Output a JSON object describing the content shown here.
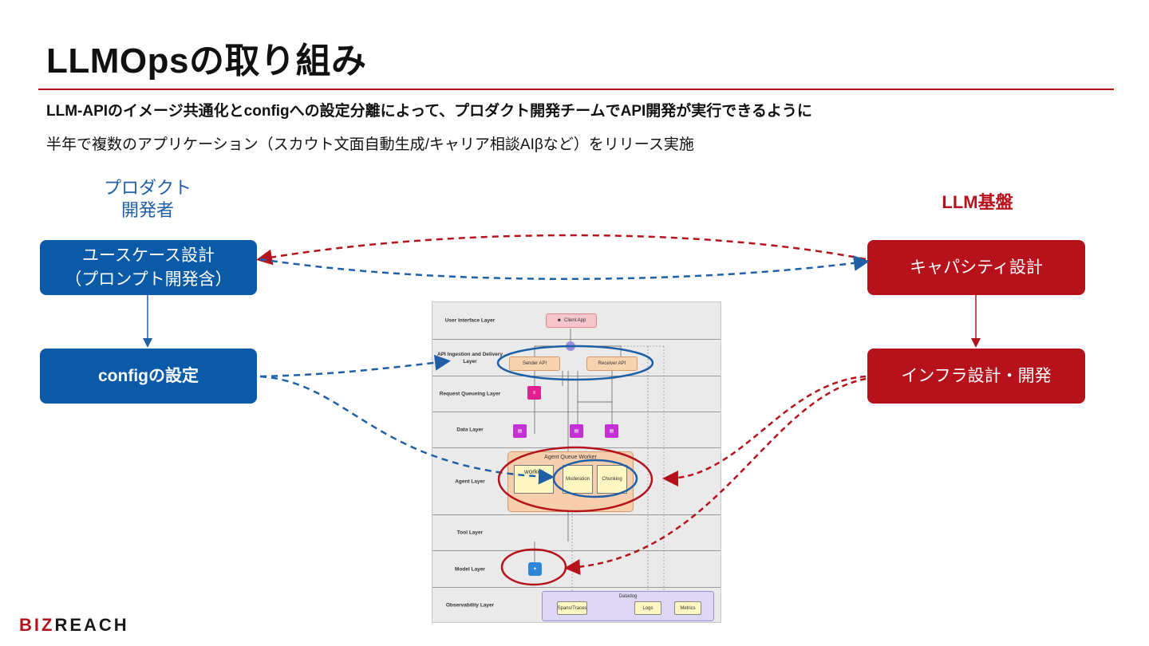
{
  "slide": {
    "title": "LLMOpsの取り組み",
    "line1": "LLM-APIのイメージ共通化とconfigへの設定分離によって、プロダクト開発チームでAPI開発が実行できるように",
    "line2": "半年で複数のアプリケーション（スカウト文面自動生成/キャリア相談AIβなど）をリリース実施"
  },
  "left": {
    "heading_line1": "プロダクト",
    "heading_line2": "開発者",
    "box1_line1": "ユースケース設計",
    "box1_line2": "（プロンプト開発含）",
    "box2": "configの設定"
  },
  "right": {
    "heading": "LLM基盤",
    "box1": "キャパシティ設計",
    "box2": "インフラ設計・開発"
  },
  "architecture": {
    "layers": [
      "User Interface Layer",
      "API Ingestion and Delivery Layer",
      "Request Queueing Layer",
      "Data Layer",
      "Agent Layer",
      "Tool Layer",
      "Model Layer",
      "Observability Layer"
    ],
    "client_app": "Client App",
    "sender_api": "Sender API",
    "receiver_api": "Receiver API",
    "queue_worker": "Agent Queue Worker",
    "worker": "worker",
    "moderation": "Moderation",
    "chunking": "Chunking",
    "datadog": "Datadog",
    "spans": "Spans/Traces",
    "logs": "Logs",
    "metrics": "Metrics"
  },
  "logo": {
    "part1": "BIZ",
    "part2": "REACH"
  },
  "colors": {
    "accent_red": "#b5121b",
    "accent_blue": "#0a5aa8"
  },
  "icons": [
    "person-icon",
    "queue-icon",
    "database-icon",
    "model-icon"
  ]
}
